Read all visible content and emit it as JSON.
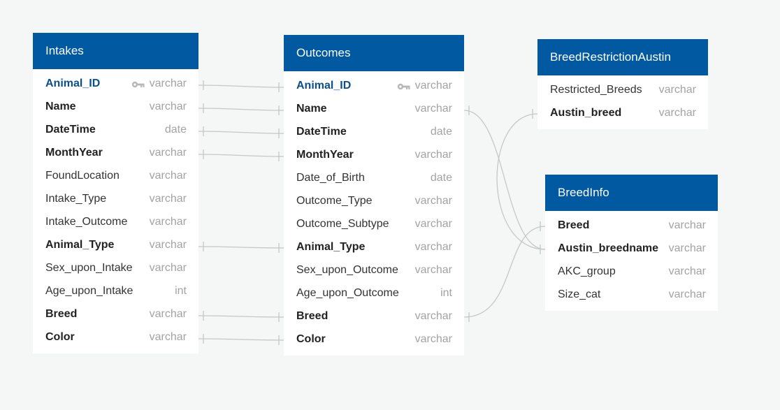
{
  "tables": {
    "intakes": {
      "title": "Intakes",
      "columns": [
        {
          "name": "Animal_ID",
          "type": "varchar"
        },
        {
          "name": "Name",
          "type": "varchar"
        },
        {
          "name": "DateTime",
          "type": "date"
        },
        {
          "name": "MonthYear",
          "type": "varchar"
        },
        {
          "name": "FoundLocation",
          "type": "varchar"
        },
        {
          "name": "Intake_Type",
          "type": "varchar"
        },
        {
          "name": "Intake_Outcome",
          "type": "varchar"
        },
        {
          "name": "Animal_Type",
          "type": "varchar"
        },
        {
          "name": "Sex_upon_Intake",
          "type": "varchar"
        },
        {
          "name": "Age_upon_Intake",
          "type": "int"
        },
        {
          "name": "Breed",
          "type": "varchar"
        },
        {
          "name": "Color",
          "type": "varchar"
        }
      ]
    },
    "outcomes": {
      "title": "Outcomes",
      "columns": [
        {
          "name": "Animal_ID",
          "type": "varchar"
        },
        {
          "name": "Name",
          "type": "varchar"
        },
        {
          "name": "DateTime",
          "type": "date"
        },
        {
          "name": "MonthYear",
          "type": "varchar"
        },
        {
          "name": "Date_of_Birth",
          "type": "date"
        },
        {
          "name": "Outcome_Type",
          "type": "varchar"
        },
        {
          "name": "Outcome_Subtype",
          "type": "varchar"
        },
        {
          "name": "Animal_Type",
          "type": "varchar"
        },
        {
          "name": "Sex_upon_Outcome",
          "type": "varchar"
        },
        {
          "name": "Age_upon_Outcome",
          "type": "int"
        },
        {
          "name": "Breed",
          "type": "varchar"
        },
        {
          "name": "Color",
          "type": "varchar"
        }
      ]
    },
    "breed_restriction_austin": {
      "title": "BreedRestrictionAustin",
      "columns": [
        {
          "name": "Restricted_Breeds",
          "type": "varchar"
        },
        {
          "name": "Austin_breed",
          "type": "varchar"
        }
      ]
    },
    "breed_info": {
      "title": "BreedInfo",
      "columns": [
        {
          "name": "Breed",
          "type": "varchar"
        },
        {
          "name": "Austin_breedname",
          "type": "varchar"
        },
        {
          "name": "AKC_group",
          "type": "varchar"
        },
        {
          "name": "Size_cat",
          "type": "varchar"
        }
      ]
    }
  },
  "colors": {
    "header": "#0059a1",
    "primary_key_text": "#0b4f8a",
    "connector": "#c4c8c8"
  },
  "icons": {
    "primary_key": "key-icon"
  }
}
